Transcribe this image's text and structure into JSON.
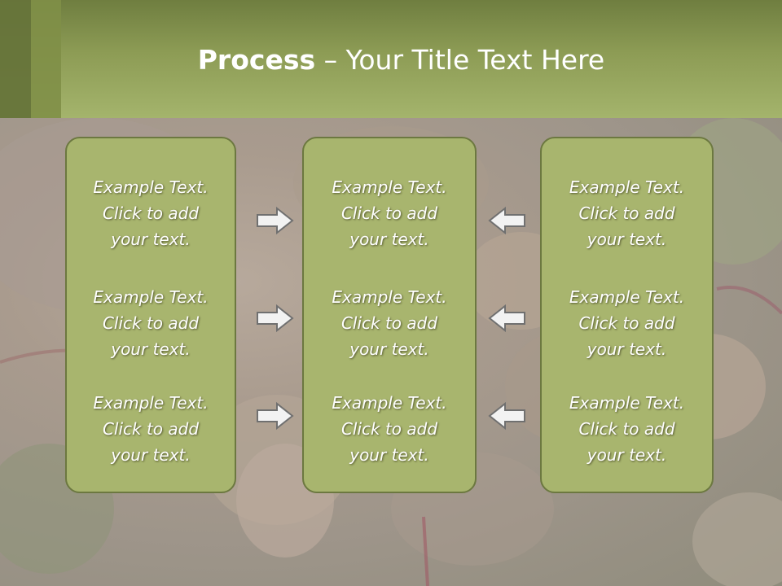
{
  "title": {
    "bold": "Process",
    "rest": " – Your Title Text Here"
  },
  "columns": [
    {
      "items": [
        {
          "line1": "Example Text.",
          "line2": "Click  to add",
          "line3": "your text."
        },
        {
          "line1": "Example Text.",
          "line2": "Click  to add",
          "line3": "your text."
        },
        {
          "line1": "Example Text.",
          "line2": "Click  to add",
          "line3": "your text."
        }
      ]
    },
    {
      "items": [
        {
          "line1": "Example Text.",
          "line2": "Click  to add",
          "line3": "your text."
        },
        {
          "line1": "Example Text.",
          "line2": "Click  to add",
          "line3": "your text."
        },
        {
          "line1": "Example Text.",
          "line2": "Click  to add",
          "line3": "your text."
        }
      ]
    },
    {
      "items": [
        {
          "line1": "Example Text.",
          "line2": "Click  to add",
          "line3": "your text."
        },
        {
          "line1": "Example Text.",
          "line2": "Click  to add",
          "line3": "your text."
        },
        {
          "line1": "Example Text.",
          "line2": "Click  to add",
          "line3": "your text."
        }
      ]
    }
  ],
  "arrows": {
    "left_group": "right-arrow-icon",
    "right_group": "left-arrow-icon"
  },
  "colors": {
    "header": "#8d9c55",
    "box_fill": "#a8b56e",
    "box_border": "#6c7840",
    "text": "#ffffff"
  }
}
